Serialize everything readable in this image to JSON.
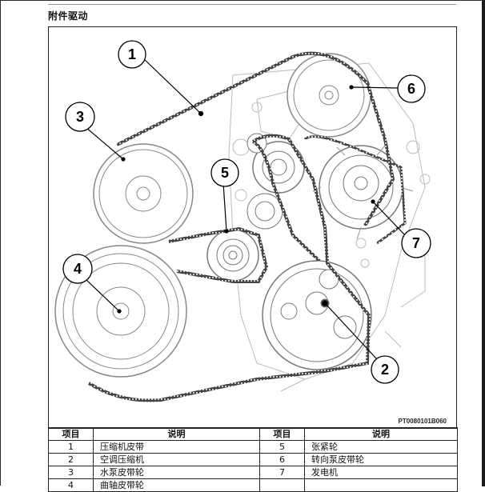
{
  "header": {
    "title": "附件驱动"
  },
  "figure": {
    "code": "PT0080101B060",
    "callouts": [
      "1",
      "2",
      "3",
      "4",
      "5",
      "6",
      "7"
    ]
  },
  "legend": {
    "columns": [
      "项目",
      "说明",
      "项目",
      "说明"
    ],
    "rows": [
      {
        "left_no": "1",
        "left_desc": "压缩机皮带",
        "right_no": "5",
        "right_desc": "张紧轮"
      },
      {
        "left_no": "2",
        "left_desc": "空调压缩机",
        "right_no": "6",
        "right_desc": "转向泵皮带轮"
      },
      {
        "left_no": "3",
        "left_desc": "水泵皮带轮",
        "right_no": "7",
        "right_desc": "发电机"
      },
      {
        "left_no": "4",
        "left_desc": "曲轴皮带轮",
        "right_no": "",
        "right_desc": ""
      }
    ]
  }
}
